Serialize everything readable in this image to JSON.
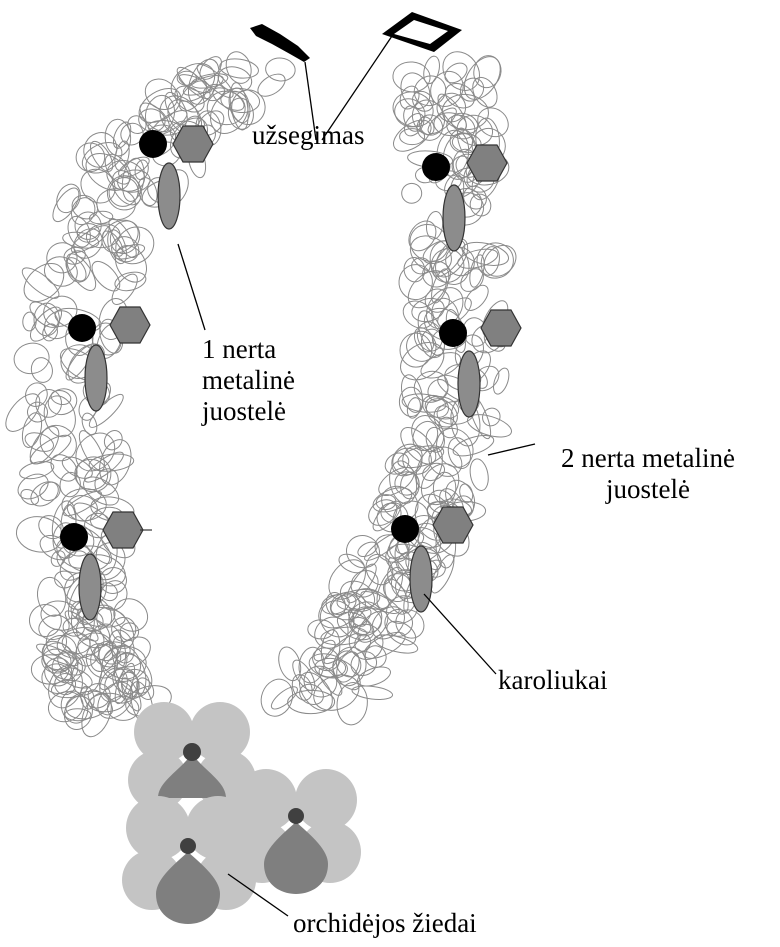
{
  "colors": {
    "scribble": "#8a8a8a",
    "bead_dark": "#000000",
    "bead_hex": "#808080",
    "bead_oval": "#8c8c8c",
    "petal_light": "#c4c4c4",
    "petal_dark": "#7f7f7f",
    "flower_center": "#404040",
    "clasp": "#000000",
    "leader": "#000000"
  },
  "labels": {
    "clasp": "užsegimas",
    "band1": [
      "1 nerta",
      "metalinė",
      "juostelė"
    ],
    "band2": [
      "2 nerta metalinė",
      "juostelė"
    ],
    "beads": "karoliukai",
    "flowers": "orchidėjos žiedai"
  },
  "icons": {
    "clasp_left": "clasp-bar-icon",
    "clasp_right": "clasp-ring-icon",
    "bead_round": "black-round-bead-icon",
    "bead_hex": "hexagon-bead-icon",
    "bead_oval": "oval-bead-icon",
    "flower": "orchid-flower-icon"
  }
}
